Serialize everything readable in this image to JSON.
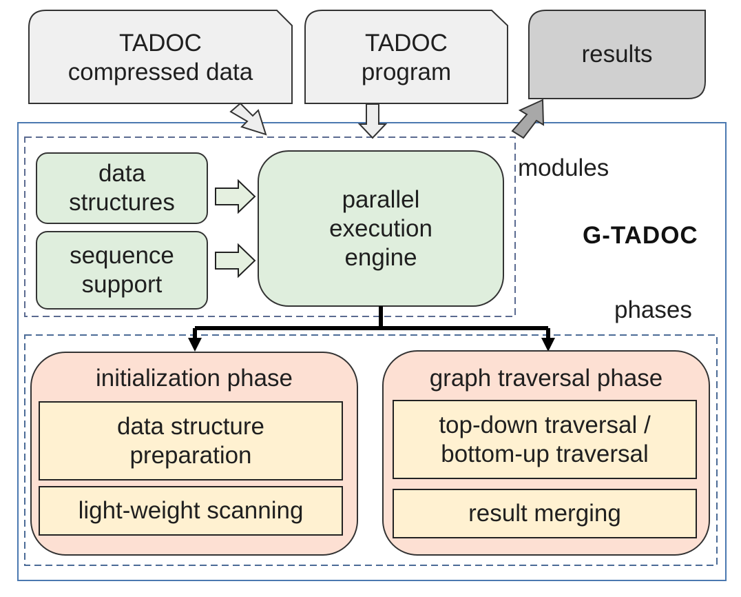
{
  "inputs": {
    "compressed_data": "TADOC\ncompressed data",
    "program": "TADOC\nprogram",
    "results": "results"
  },
  "system": {
    "name": "G-TADOC",
    "modules_label": "modules",
    "phases_label": "phases"
  },
  "modules": {
    "data_structures": "data\nstructures",
    "sequence_support": "sequence\nsupport",
    "engine": "parallel\nexecution\nengine"
  },
  "phases": {
    "initialization": {
      "title": "initialization phase",
      "steps": [
        "data structure\npreparation",
        "light-weight scanning"
      ]
    },
    "traversal": {
      "title": "graph traversal phase",
      "steps": [
        "top-down traversal /\nbottom-up traversal",
        "result merging"
      ]
    }
  },
  "colors": {
    "input_fill": "#f0f0f0",
    "results_fill": "#d0d0d0",
    "module_fill": "#dfeedd",
    "phase_fill": "#fde0d3",
    "step_fill": "#fff1d1",
    "frame_stroke": "#4a78b0",
    "dashed_stroke": "#5a6a90"
  }
}
